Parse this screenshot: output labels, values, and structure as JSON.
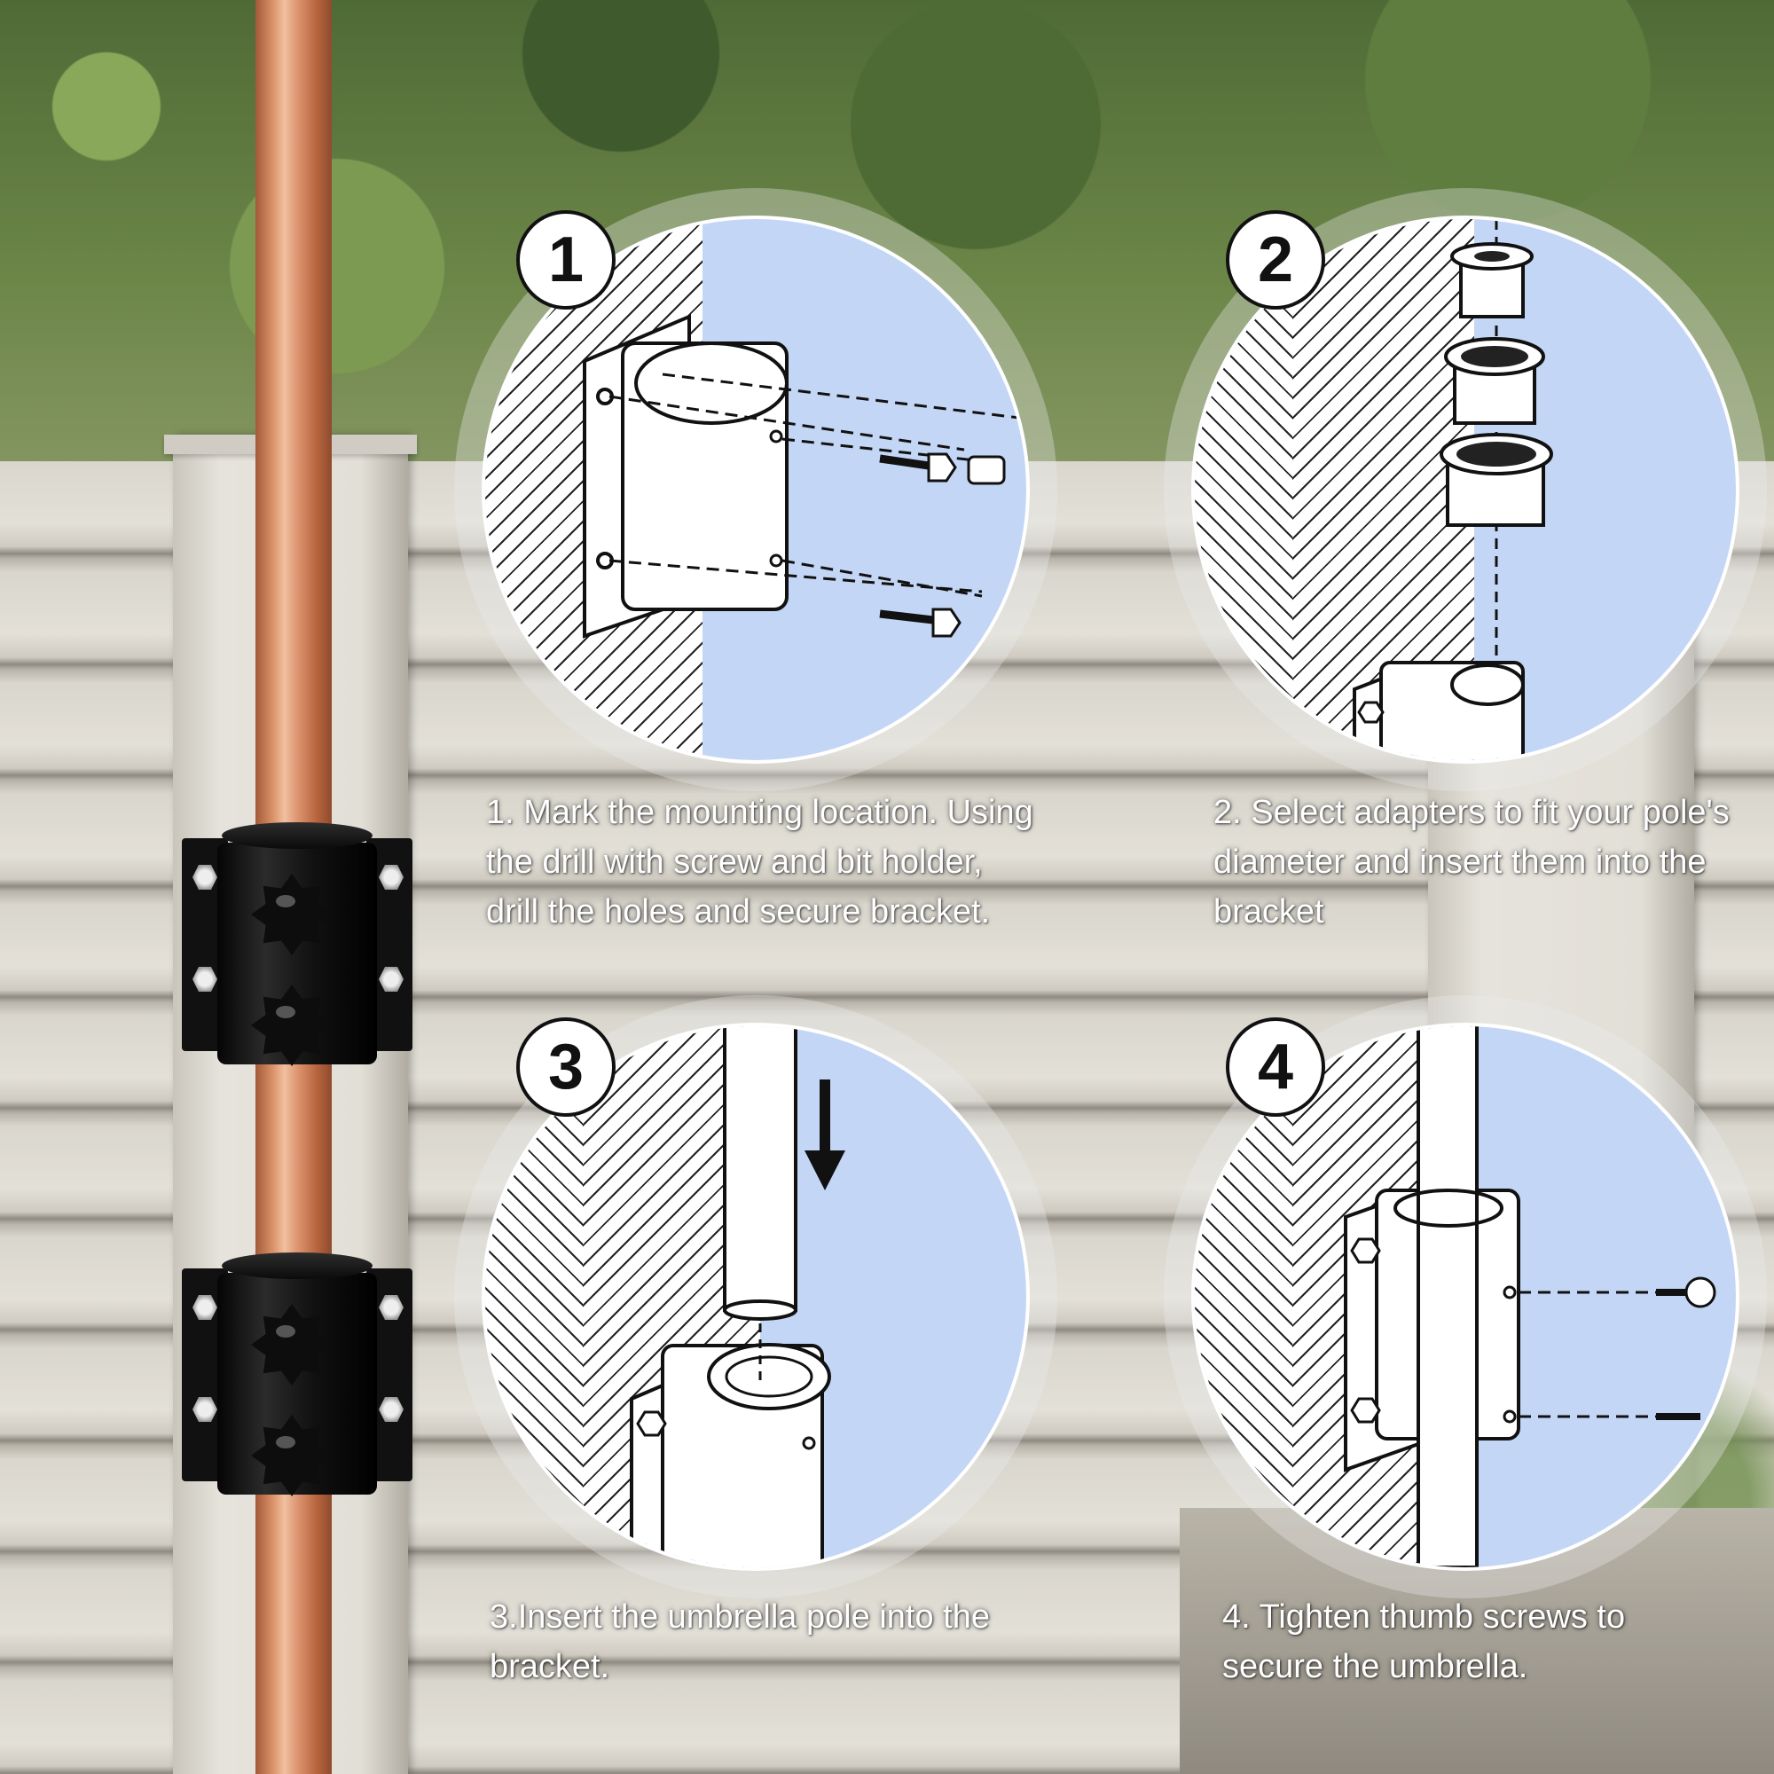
{
  "steps": [
    {
      "number": "1",
      "text": "1. Mark the mounting location. Using the drill with screw and bit holder, drill the holes and secure bracket."
    },
    {
      "number": "2",
      "text": "2. Select adapters to fit your pole's diameter and insert them into the bracket"
    },
    {
      "number": "3",
      "text": "3.Insert the umbrella pole into the bracket."
    },
    {
      "number": "4",
      "text": "4. Tighten thumb screws to secure the umbrella."
    }
  ],
  "colors": {
    "diagram_bg": "#c4d6f5",
    "pole": "#d98f67",
    "bracket": "#111111"
  }
}
